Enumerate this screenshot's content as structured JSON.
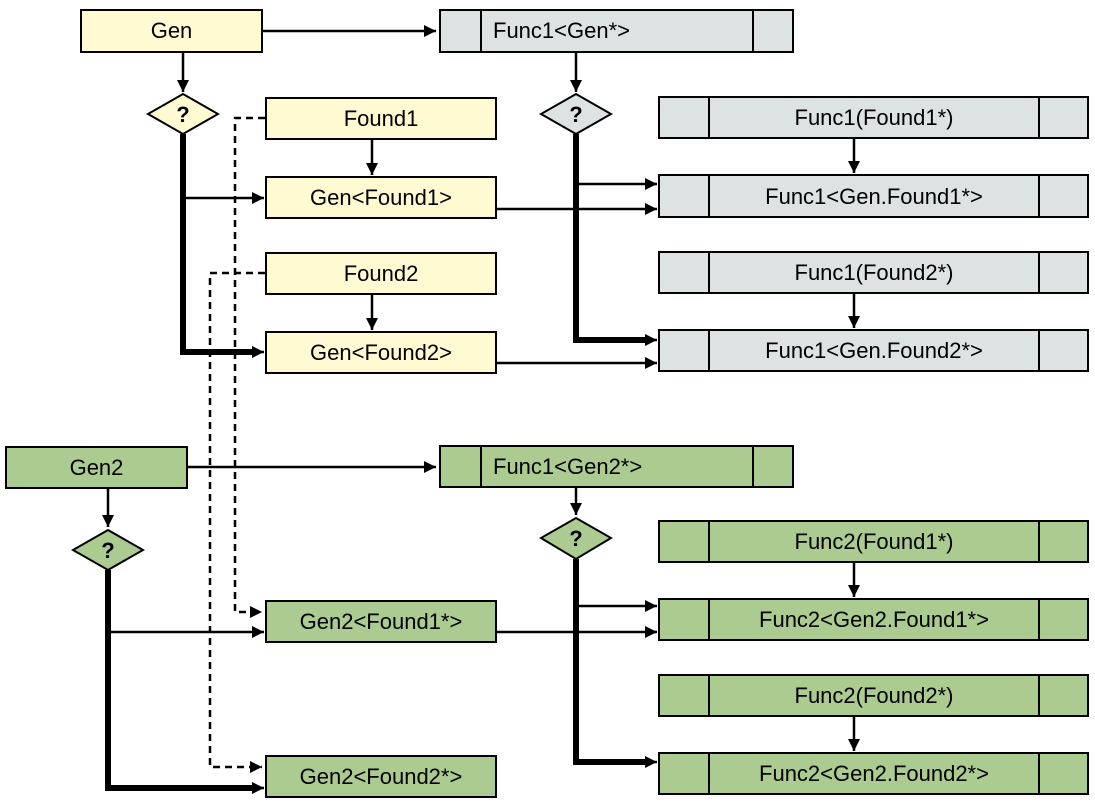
{
  "colors": {
    "yellow": "#FFFAD2",
    "grey": "#DDE2E3",
    "green": "#ABCB91",
    "stroke": "#000000"
  },
  "nodes": {
    "gen": "Gen",
    "func1_gen": "Func1<Gen*>",
    "found1": "Found1",
    "gen_found1": "Gen<Found1>",
    "found2": "Found2",
    "gen_found2": "Gen<Found2>",
    "func1_found1": "Func1(Found1*)",
    "func1_gen_found1": "Func1<Gen.Found1*>",
    "func1_found2": "Func1(Found2*)",
    "func1_gen_found2": "Func1<Gen.Found2*>",
    "gen2": "Gen2",
    "func1_gen2": "Func1<Gen2*>",
    "func2_found1": "Func2(Found1*)",
    "func2_gen2_found1": "Func2<Gen2.Found1*>",
    "func2_found2": "Func2(Found2*)",
    "func2_gen2_found2": "Func2<Gen2.Found2*>",
    "gen2_found1": "Gen2<Found1*>",
    "gen2_found2": "Gen2<Found2*>"
  },
  "decision_label": "?"
}
